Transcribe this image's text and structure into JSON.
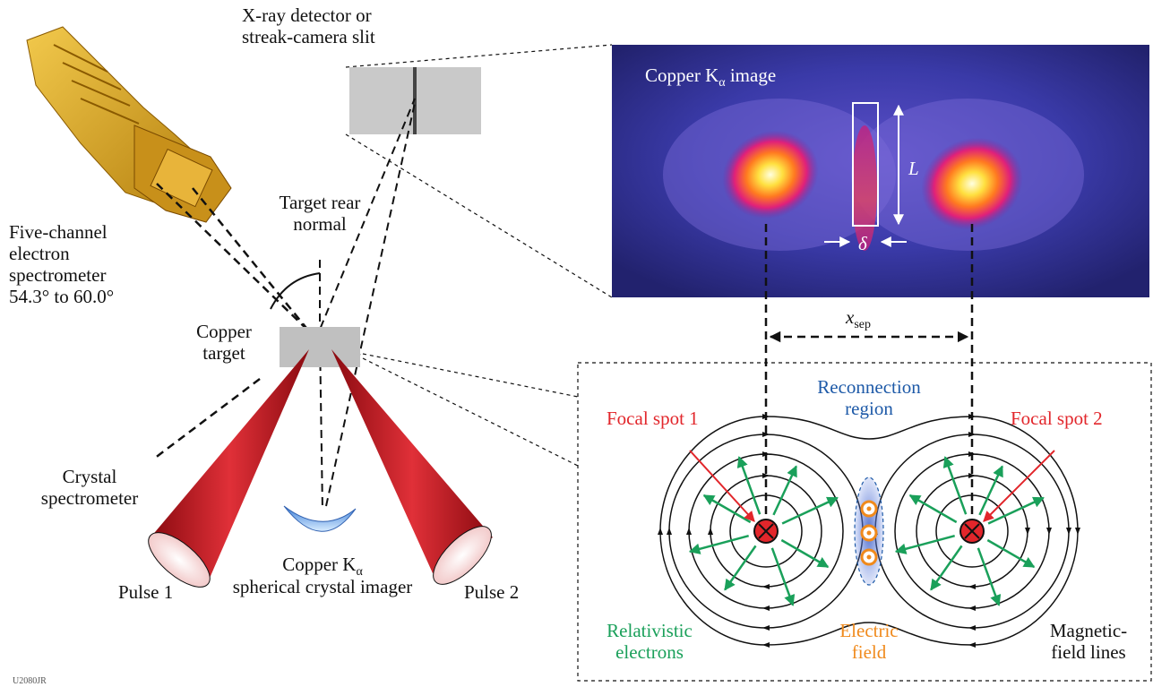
{
  "labels": {
    "xray_detector": "X-ray detector or\nstreak-camera slit",
    "target_rear_normal": "Target rear\nnormal",
    "five_channel": "Five-channel\nelectron\nspectrometer\n54.3° to 60.0°",
    "copper_target": "Copper\ntarget",
    "crystal_spectrometer": "Crystal\nspectrometer",
    "pulse1": "Pulse 1",
    "pulse2": "Pulse 2",
    "imager_line1_prefix": "Copper K",
    "imager_line1_sub": "α",
    "imager_line2": "spherical crystal imager",
    "image_title_prefix": "Copper K",
    "image_title_sub": "α",
    "image_title_suffix": " image",
    "L": "L",
    "delta": "δ",
    "xsep_main": "x",
    "xsep_sub": "sep",
    "reconnection": "Reconnection\nregion",
    "focal1": "Focal spot 1",
    "focal2": "Focal spot 2",
    "relativistic": "Relativistic\nelectrons",
    "electric": "Electric\nfield",
    "magnetic": "Magnetic-\nfield lines",
    "figure_id": "U2080JR"
  },
  "colors": {
    "pulse": "#c8141c",
    "field_arrow": "#1aa05a",
    "focal_red": "#e2262b",
    "reconnection_blue": "#1e5aa8",
    "electric_orange": "#f08a1c",
    "spectrometer_gold": "#d4a017"
  }
}
